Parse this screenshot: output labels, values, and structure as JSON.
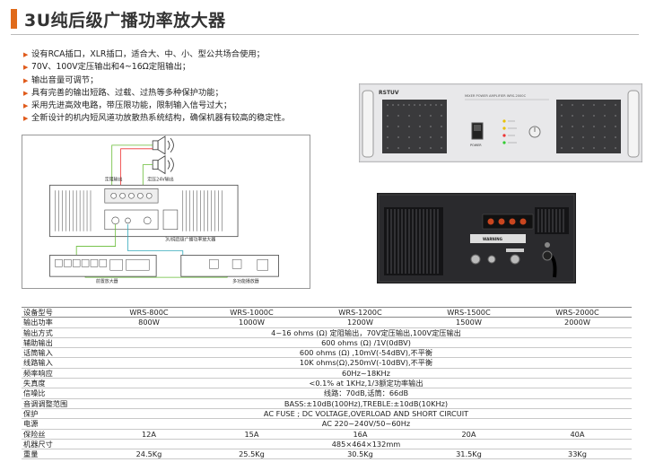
{
  "page": {
    "title": "3U纯后级广播功率放大器"
  },
  "features": [
    "设有RCA插口，XLR插口，适合大、中、小、型公共场合使用；",
    "70V、100V定压输出和4~16Ω定阻输出；",
    "输出音量可调节；",
    "具有完善的输出短路、过载、过热等多种保护功能；",
    "采用先进高效电路，带压限功能，限制输入信号过大；",
    "全新设计的机内短风道功放散热系统结构，确保机器有较高的稳定性。"
  ],
  "diagram": {
    "label_fixed_resistance": "定阻输出",
    "label_fixed_voltage": "定压24V输出",
    "label_amp": "3U纯后级广播功率放大器",
    "label_preamp": "前置放大器",
    "label_player": "多功能播放器"
  },
  "front_panel": {
    "brand": "RSTUV",
    "model_text": "MIXER POWER AMPLIFIER  WRS-2000C",
    "power_label": "POWER"
  },
  "rear_panel": {
    "warning": "WARNING"
  },
  "specs": {
    "header_label": "设备型号",
    "models": [
      "WRS-800C",
      "WRS-1000C",
      "WRS-1200C",
      "WRS-1500C",
      "WRS-2000C"
    ],
    "power_row": {
      "label": "输出功率",
      "values": [
        "800W",
        "1000W",
        "1200W",
        "1500W",
        "2000W"
      ]
    },
    "merged_rows": [
      {
        "label": "输出方式",
        "value": "4~16   ohms     (Ω) 定阻输出，70V定压输出,100V定压输出"
      },
      {
        "label": "辅助输出",
        "value": "600    ohms     (Ω) /1V(0dBV)"
      },
      {
        "label": "话筒输入",
        "value": "600    ohms     (Ω) ,10mV(-54dBV),不平衡"
      },
      {
        "label": "线路输入",
        "value": "10K ohms(Ω),250mV(-10dBV),不平衡"
      },
      {
        "label": "频率响应",
        "value": "60Hz~18KHz"
      },
      {
        "label": "失真度",
        "value": "<0.1%    at 1KHz,1/3额定功率输出"
      },
      {
        "label": "信噪比",
        "value": "线路：70dB,话筒：66dB"
      },
      {
        "label": "音调调整范围",
        "value": "BASS:±10dB(100Hz),TREBLE:±10dB(10KHz)"
      },
      {
        "label": "保护",
        "value": "AC FUSE ; DC VOLTAGE,OVERLOAD AND SHORT CIRCUIT"
      },
      {
        "label": "电源",
        "value": "AC 220~240V/50~60Hz"
      }
    ],
    "fuse_row": {
      "label": "保险丝",
      "values": [
        "12A",
        "15A",
        "16A",
        "20A",
        "40A"
      ]
    },
    "size_row": {
      "label": "机器尺寸",
      "value": "485×464×132mm"
    },
    "weight_row": {
      "label": "重量",
      "values": [
        "24.5Kg",
        "25.5Kg",
        "30.5Kg",
        "31.5Kg",
        "33Kg"
      ]
    }
  }
}
